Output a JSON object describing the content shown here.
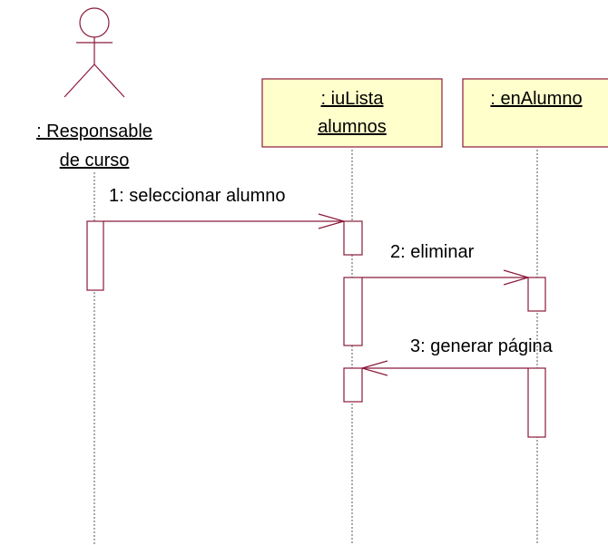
{
  "diagram": {
    "colors": {
      "line": "#8b1a3a",
      "object_fill": "#ffffcc",
      "activation_fill": "#ffffff",
      "lifeline": "#555555",
      "text": "#000000"
    },
    "actor": {
      "label_line1": ": Responsable",
      "label_line2": "de curso"
    },
    "objects": [
      {
        "id": "iulista",
        "label_line1": ": iuLista",
        "label_line2": "alumnos"
      },
      {
        "id": "enalumno",
        "label_line1": ": enAlumno",
        "label_line2": ""
      }
    ],
    "messages": [
      {
        "number": 1,
        "label": "1: seleccionar alumno",
        "from": "actor",
        "to": "iulista"
      },
      {
        "number": 2,
        "label": "2: eliminar",
        "from": "iulista",
        "to": "enalumno"
      },
      {
        "number": 3,
        "label": "3: generar página",
        "from": "enalumno",
        "to": "iulista"
      }
    ]
  }
}
